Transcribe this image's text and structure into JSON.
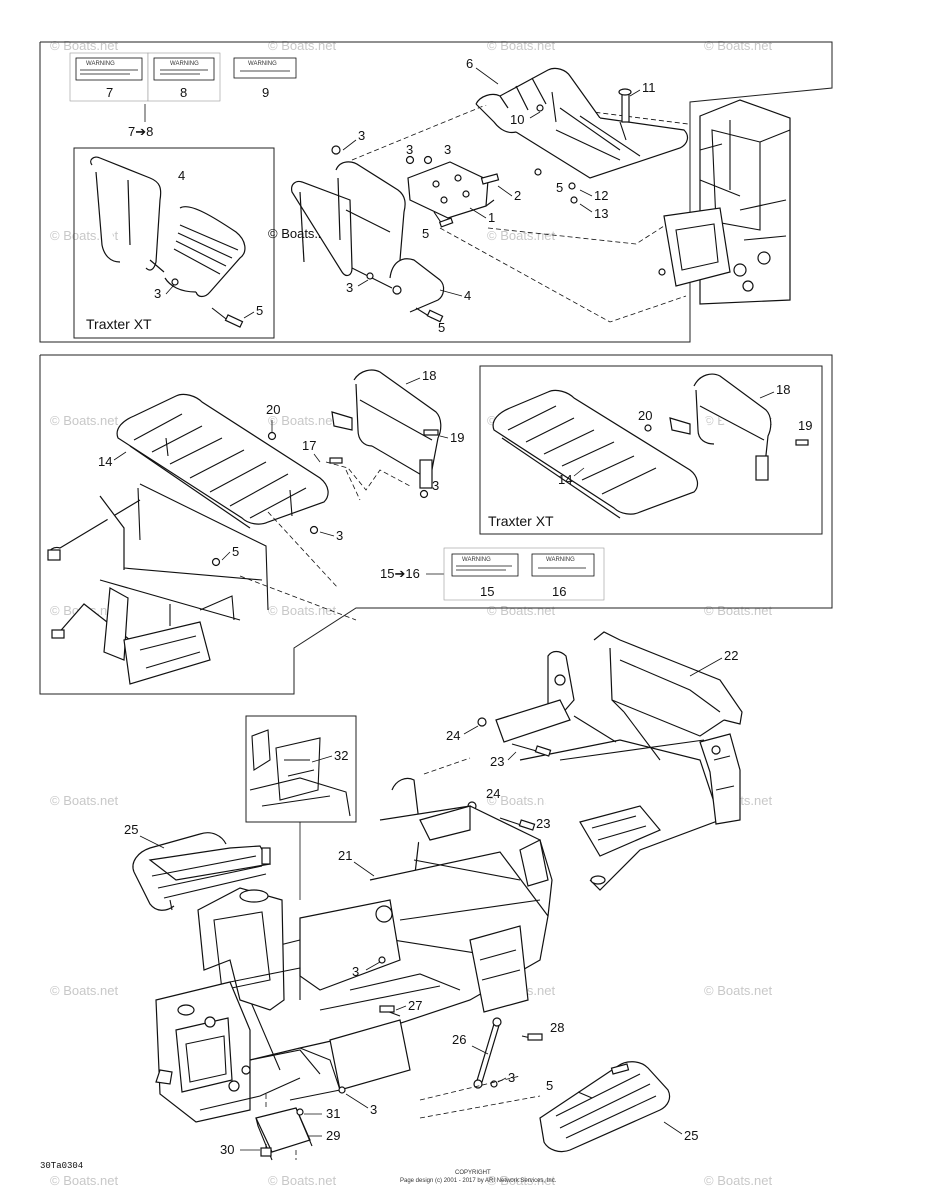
{
  "watermark": "© Boats.net",
  "center_watermark": "© Boats.net",
  "bottom_left_code": "30Ta0304",
  "footer_line1": "COPYRIGHT",
  "footer_line2": "Page design (c) 2001 - 2017 by ARI Network Services, Inc.",
  "variant_label": "Traxter XT",
  "decals": {
    "d7": {
      "title": "WARNING",
      "num": "7"
    },
    "d8": {
      "title": "WARNING",
      "num": "8"
    },
    "d9": {
      "title": "WARNING",
      "num": "9"
    },
    "d15": {
      "title": "WARNING",
      "num": "15"
    },
    "d16": {
      "title": "WARNING",
      "num": "16"
    },
    "kit_a": "7➔8",
    "kit_b": "15➔16"
  },
  "callouts": {
    "n1": "1",
    "n2": "2",
    "n3": "3",
    "n4": "4",
    "n5": "5",
    "n6": "6",
    "n10": "10",
    "n11": "11",
    "n12": "12",
    "n13": "13",
    "n14": "14",
    "n17": "17",
    "n18": "18",
    "n19": "19",
    "n20": "20",
    "n21": "21",
    "n22": "22",
    "n23": "23",
    "n24": "24",
    "n25": "25",
    "n26": "26",
    "n27": "27",
    "n28": "28",
    "n29": "29",
    "n30": "30",
    "n31": "31",
    "n32": "32"
  }
}
